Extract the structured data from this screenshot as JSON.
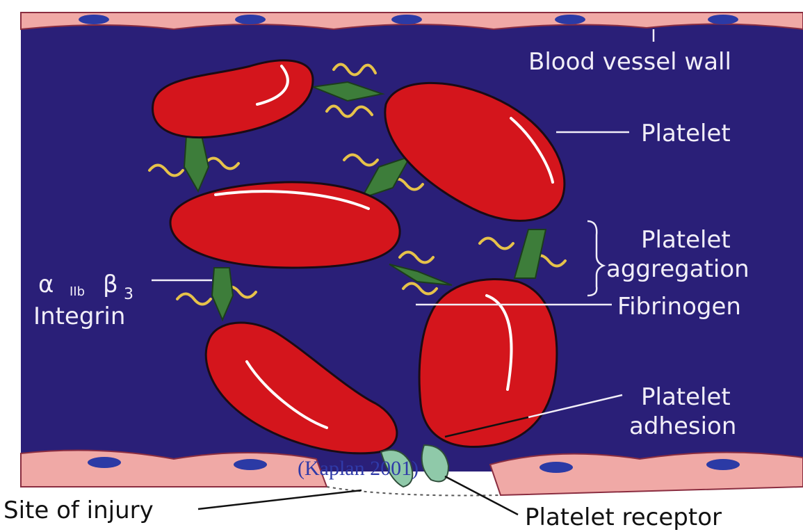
{
  "labels": {
    "blood_vessel_wall": "Blood vessel wall",
    "platelet": "Platelet",
    "aggregation_line1": "Platelet",
    "aggregation_line2": "aggregation",
    "integrin_alpha": "α",
    "integrin_alpha_sub": "IIb",
    "integrin_beta": "β",
    "integrin_beta_sub": "3",
    "integrin_word": "Integrin",
    "fibrinogen": "Fibrinogen",
    "adhesion_line1": "Platelet",
    "adhesion_line2": "adhesion",
    "site_of_injury": "Site of injury",
    "platelet_receptor": "Platelet receptor",
    "citation": "(Kaplan 2001)"
  },
  "colors": {
    "lumen": "#2a1f78",
    "platelet": "#d4151c",
    "endothelium": "#f0a9a6",
    "nucleus": "#2b3aa5",
    "integrin": "#3d7d3a",
    "fibrinogen": "#e6c24a",
    "receptor": "#8fc9a9"
  }
}
